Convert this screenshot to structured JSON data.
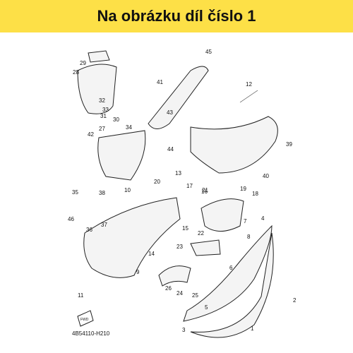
{
  "banner": {
    "text": "Na obrázku díl číslo 1",
    "color": "#fde047"
  },
  "diagram": {
    "code": "4B54110-H210",
    "fwd_label": "FWD",
    "labels": [
      "1",
      "2",
      "3",
      "4",
      "5",
      "6",
      "7",
      "8",
      "9",
      "10",
      "11",
      "12",
      "13",
      "14",
      "15",
      "16",
      "17",
      "18",
      "19",
      "20",
      "21",
      "22",
      "23",
      "24",
      "25",
      "26",
      "27",
      "28",
      "29",
      "30",
      "31",
      "32",
      "33",
      "34",
      "35",
      "36",
      "37",
      "38",
      "39",
      "40",
      "41",
      "42",
      "43",
      "44",
      "45",
      "46"
    ]
  }
}
